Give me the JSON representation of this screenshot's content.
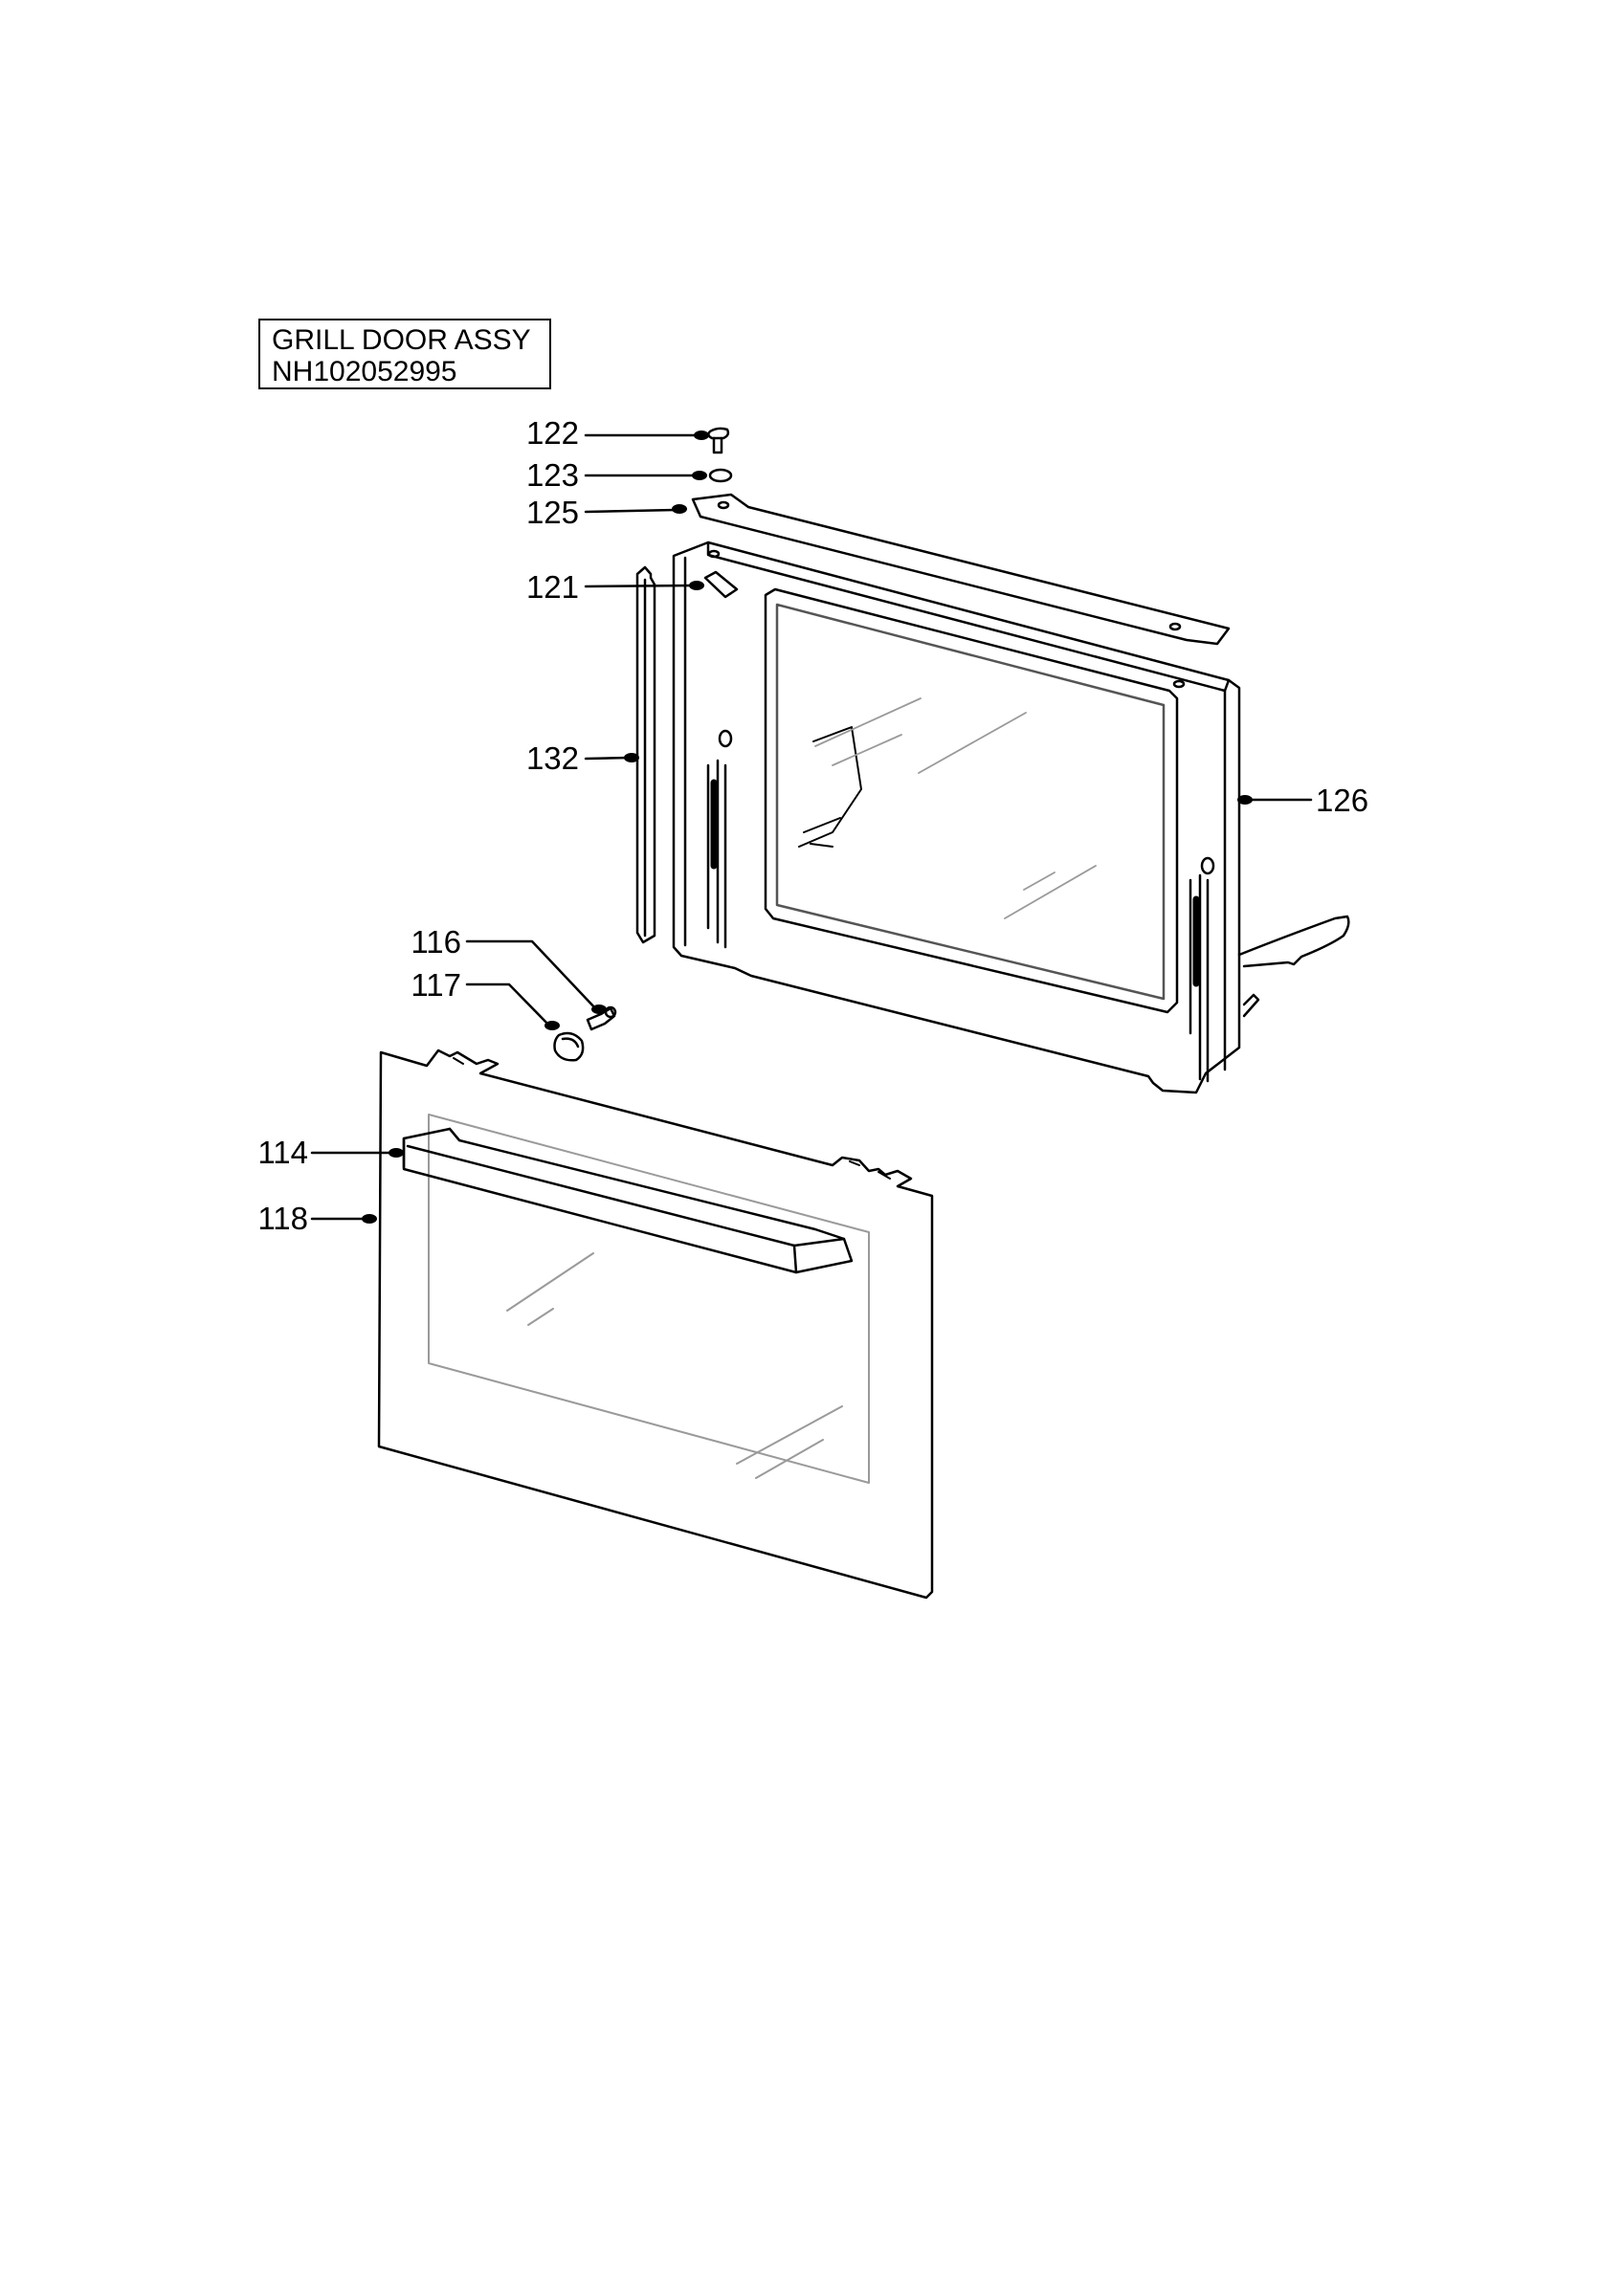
{
  "assembly": {
    "name": "GRILL DOOR ASSY",
    "part_number": "NH102052995"
  },
  "callouts": [
    {
      "id": "122",
      "label": "122"
    },
    {
      "id": "123",
      "label": "123"
    },
    {
      "id": "125",
      "label": "125"
    },
    {
      "id": "121",
      "label": "121"
    },
    {
      "id": "132",
      "label": "132"
    },
    {
      "id": "126",
      "label": "126"
    },
    {
      "id": "116",
      "label": "116"
    },
    {
      "id": "117",
      "label": "117"
    },
    {
      "id": "114",
      "label": "114"
    },
    {
      "id": "118",
      "label": "118"
    }
  ],
  "colors": {
    "line": "#000000",
    "glass": "#9a9a9a",
    "background": "#ffffff"
  }
}
